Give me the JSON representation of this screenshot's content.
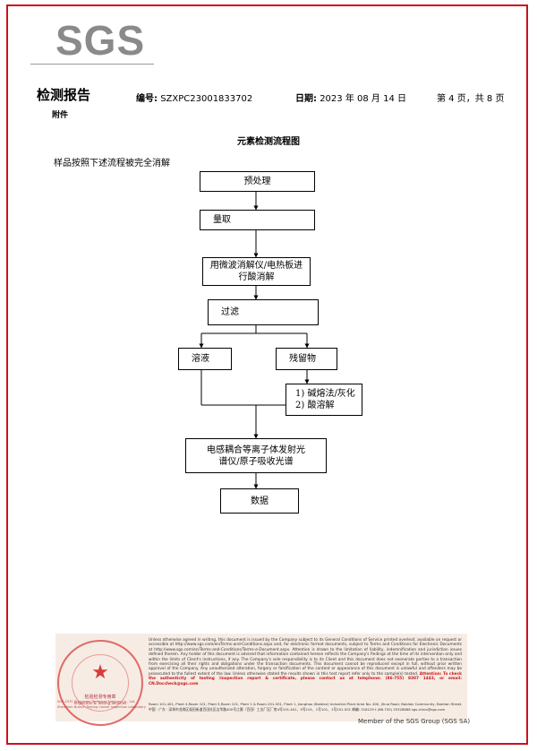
{
  "header": {
    "logo": "SGS",
    "report_title": "检测报告",
    "subtitle": "附件",
    "number_label": "编号:",
    "number_value": "SZXPC23001833702",
    "date_label": "日期:",
    "date_value": "2023 年 08 月 14 日",
    "page": "第 4 页，共 8 页"
  },
  "flow": {
    "title": "元素检测流程图",
    "intro": "样品按照下述流程被完全消解",
    "steps": {
      "pretreat": "预处理",
      "measure": "量取",
      "digest_line1": "用微波消解仪/电热板进",
      "digest_line2": "行酸消解",
      "filter": "过滤",
      "solution": "溶液",
      "residue": "残留物",
      "residue_m1": "1)  碱熔法/灰化",
      "residue_m2": "2)  酸溶解",
      "icp_line1": "电感耦合等离子体发射光",
      "icp_line2": "谱仪/原子吸收光谱",
      "data": "数据"
    }
  },
  "footer": {
    "seal_text": "检验检测专用章",
    "seal_en": "Inspection & Testing Services",
    "stamp_lines": [
      "SGS-CSTC Standards Technical Services Co., Ltd.",
      "Shenzhen Branch Testing Center Inspection Laboratory"
    ],
    "legal_text": "Unless otherwise agreed in writing, this document is issued by the Company subject to its General Conditions of Service printed overleaf, available on request or accessible at http://www.sgs.com/en/Terms-and-Conditions.aspx and, for electronic format documents, subject to Terms and Conditions for Electronic Documents at http://www.sgs.com/en/Terms-and-Conditions/Terms-e-Document.aspx. Attention is drawn to the limitation of liability, indemnification and jurisdiction issues defined therein. Any holder of this document is advised that information contained hereon reflects the Company's findings at the time of its intervention only and within the limits of Client's instructions, if any. The Company's sole responsibility is to its Client and this document does not exonerate parties to a transaction from exercising all their rights and obligations under the transaction documents. This document cannot be reproduced except in full, without prior written approval of the Company. Any unauthorized alteration, forgery or falsification of the content or appearance of this document is unlawful and offenders may be prosecuted to the fullest extent of the law. Unless otherwise stated the results shown in this test report refer only to the sample(s) tested.",
    "attention": "Attention: To check the authenticity of testing /inspection report & certificate, please contact us at telephone: (86-755) 8307 1443, or email: CN.Doccheck@sgs.com",
    "address_en": "Room 101-401, Plant 4,Room 101, Plant 5,Room 101, Plant 1 & Room 201-501, Plant 1, Jianghao (Baidian) Industrial Plant Area No. 400, Jihua Road, Baidian Community, Bantian Street, Longgang District, Shenzhen, Guangdong, China 518129   t (86-755) 25328888   www.sgsgroup.com.cn",
    "address_cn": "中国 · 广东 · 深圳市龙岗区坂田街道百田社区吉华路400号江灏（百田）工业厂区厂房4号101-401、5号101、1号101、1号201-501  邮编: 518129   t (86-755) 25328888   sgs.china@sgs.com",
    "member": "Member of the SGS Group (SGS SA)"
  }
}
